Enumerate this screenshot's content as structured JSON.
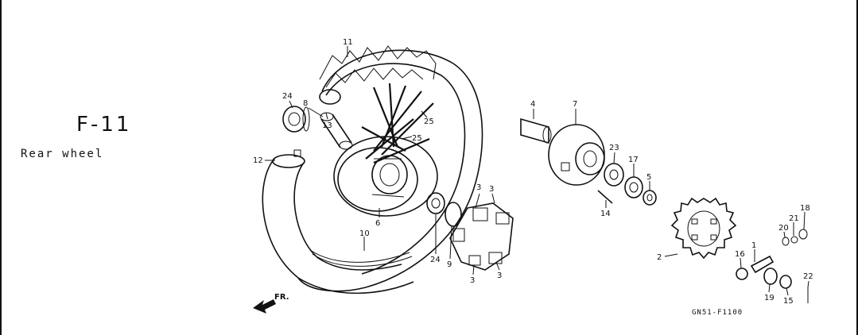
{
  "figure": {
    "code": "F-11",
    "title": "Rear wheel",
    "drawing_code": "GN51-F1100"
  },
  "direction_label": "FR.",
  "callouts": [
    {
      "id": "c11",
      "text": "11"
    },
    {
      "id": "c24a",
      "text": "24"
    },
    {
      "id": "c8",
      "text": "8"
    },
    {
      "id": "c13",
      "text": "13"
    },
    {
      "id": "c25a",
      "text": "25"
    },
    {
      "id": "c25b",
      "text": "25"
    },
    {
      "id": "c12",
      "text": "12"
    },
    {
      "id": "c6",
      "text": "6"
    },
    {
      "id": "c10",
      "text": "10"
    },
    {
      "id": "c24b",
      "text": "24"
    },
    {
      "id": "c9",
      "text": "9"
    },
    {
      "id": "c3a",
      "text": "3"
    },
    {
      "id": "c3b",
      "text": "3"
    },
    {
      "id": "c3c",
      "text": "3"
    },
    {
      "id": "c3d",
      "text": "3"
    },
    {
      "id": "c4",
      "text": "4"
    },
    {
      "id": "c7",
      "text": "7"
    },
    {
      "id": "c23",
      "text": "23"
    },
    {
      "id": "c17",
      "text": "17"
    },
    {
      "id": "c5",
      "text": "5"
    },
    {
      "id": "c14",
      "text": "14"
    },
    {
      "id": "c2",
      "text": "2"
    },
    {
      "id": "c18",
      "text": "18"
    },
    {
      "id": "c21",
      "text": "21"
    },
    {
      "id": "c20",
      "text": "20"
    },
    {
      "id": "c1",
      "text": "1"
    },
    {
      "id": "c16",
      "text": "16"
    },
    {
      "id": "c22",
      "text": "22"
    },
    {
      "id": "c19",
      "text": "19"
    },
    {
      "id": "c15",
      "text": "15"
    }
  ]
}
